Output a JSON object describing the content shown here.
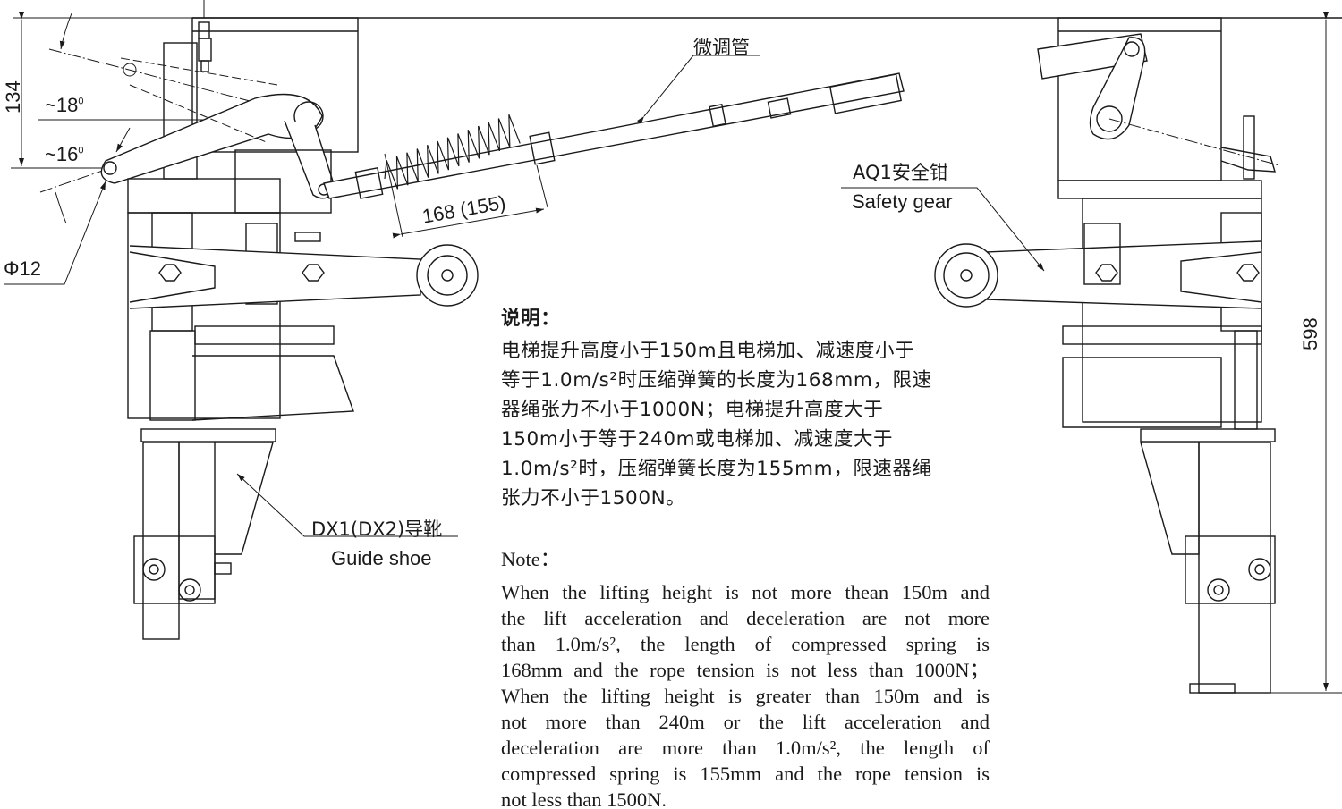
{
  "dimensions": {
    "height_left": "134",
    "angle_upper": "~18",
    "angle_upper_sup": "0",
    "angle_lower": "~16",
    "angle_lower_sup": "0",
    "pin_diameter": "Φ12",
    "spring_length": "168 (155)",
    "total_height": "598"
  },
  "labels": {
    "fine_tube_cn": "微调管",
    "safety_gear_cn": "AQ1安全钳",
    "safety_gear_en": "Safety gear",
    "guide_shoe_cn": "DX1(DX2)导靴",
    "guide_shoe_en": "Guide shoe"
  },
  "notes_cn": {
    "title": "说明：",
    "lines": [
      "电梯提升高度小于150m且电梯加、减速度小于",
      "等于1.0m/s²时压缩弹簧的长度为168mm，限速",
      "器绳张力不小于1000N；电梯提升高度大于",
      "150m小于等于240m或电梯加、减速度大于",
      "1.0m/s²时，压缩弹簧长度为155mm，限速器绳",
      "张力不小于1500N。"
    ]
  },
  "notes_en": {
    "title": "Note：",
    "lines": [
      "When the lifting height is not more thean 150m and",
      "the lift acceleration and deceleration are not more",
      "than 1.0m/s², the length of compressed spring is",
      "168mm and the rope tension is not less than 1000N；",
      "When the lifting height is greater than 150m and is",
      "not more than 240m or the lift acceleration and",
      "deceleration are more than 1.0m/s², the length of",
      "compressed spring is 155mm and the rope tension is",
      "not less than 1500N."
    ]
  }
}
